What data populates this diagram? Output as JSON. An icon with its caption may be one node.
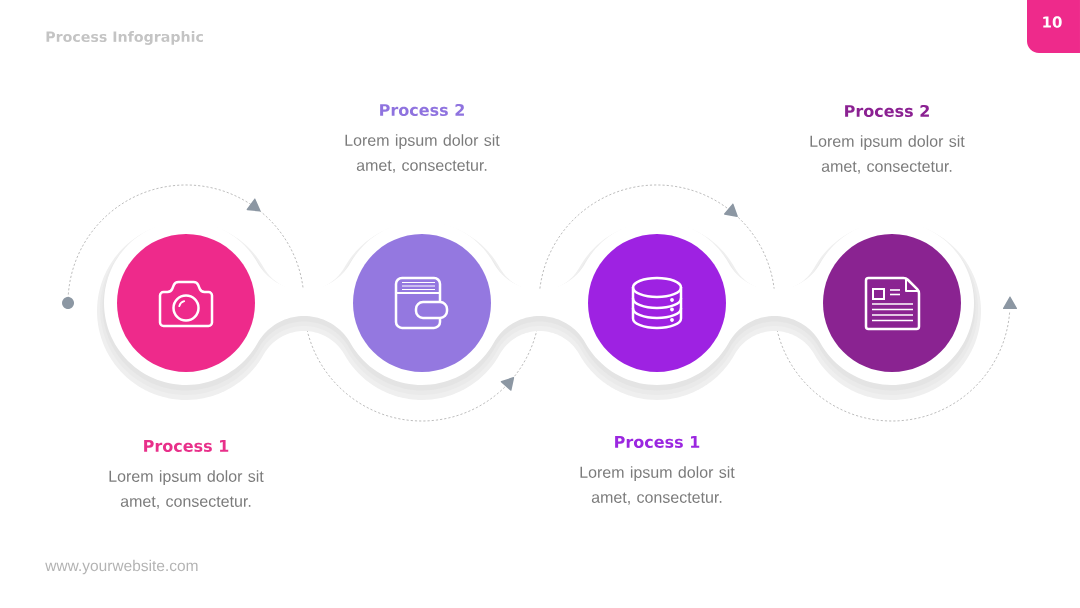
{
  "diagram": {
    "title": "Process Infographic",
    "nodes": [
      {
        "text": [],
        "shape": "circle",
        "beside": [
          "Process 1",
          "Lorem ipsum dolor sit amet, consectetur."
        ]
      },
      {
        "text": [],
        "shape": "circle",
        "beside": [
          "Process 2",
          "Lorem ipsum dolor sit amet, consectetur."
        ]
      },
      {
        "text": [],
        "shape": "circle",
        "beside": [
          "Process 1",
          "Lorem ipsum dolor sit amet, consectetur."
        ]
      },
      {
        "text": [],
        "shape": "circle",
        "beside": [
          "Process 2",
          "Lorem ipsum dolor sit amet, consectetur."
        ]
      }
    ],
    "labels": [
      "10",
      "www.yourwebsite.com"
    ]
  }
}
